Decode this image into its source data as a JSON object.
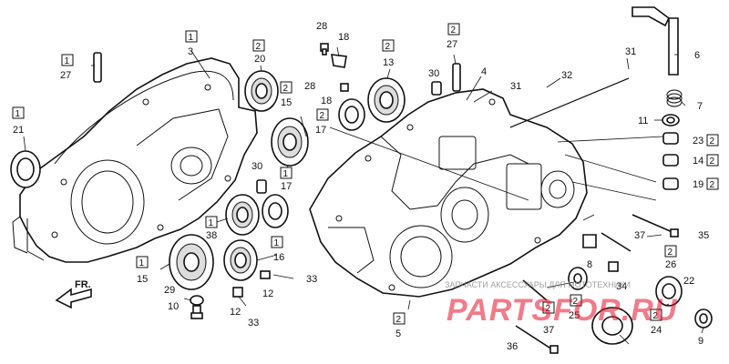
{
  "diagram": {
    "front_label": "FR.",
    "watermark": {
      "brand": "PARTSFOR.RU",
      "tagline": "ЗАПЧАСТИ АКСЕССУАРЫ ДЛЯ МОТОТЕХНИКИ"
    },
    "callouts": [
      {
        "id": "c1",
        "number": "1",
        "qty": "",
        "boxed": true
      },
      {
        "id": "c3",
        "number": "3",
        "qty": "1",
        "boxed": false
      },
      {
        "id": "c27a",
        "number": "27",
        "qty": "1",
        "boxed": false
      },
      {
        "id": "c21",
        "number": "21",
        "qty": "1",
        "boxed": false
      },
      {
        "id": "c28a",
        "number": "28",
        "qty": "",
        "boxed": false
      },
      {
        "id": "c18a",
        "number": "18",
        "qty": "",
        "boxed": false
      },
      {
        "id": "c27b",
        "number": "27",
        "qty": "2",
        "boxed": false
      },
      {
        "id": "c20",
        "number": "20",
        "qty": "2",
        "boxed": false
      },
      {
        "id": "c13",
        "number": "13",
        "qty": "2",
        "boxed": false
      },
      {
        "id": "c30a",
        "number": "30",
        "qty": "",
        "boxed": false
      },
      {
        "id": "c4",
        "number": "4",
        "qty": "",
        "boxed": false
      },
      {
        "id": "c6",
        "number": "6",
        "qty": "",
        "boxed": false
      },
      {
        "id": "c31",
        "number": "31",
        "qty": "",
        "boxed": false
      },
      {
        "id": "c32",
        "number": "32",
        "qty": "",
        "boxed": false
      },
      {
        "id": "c28b",
        "number": "28",
        "qty": "",
        "boxed": false
      },
      {
        "id": "c18b",
        "number": "18",
        "qty": "",
        "boxed": false
      },
      {
        "id": "c15a",
        "number": "15",
        "qty": "2",
        "boxed": false
      },
      {
        "id": "c17a",
        "number": "17",
        "qty": "2",
        "boxed": false
      },
      {
        "id": "c7",
        "number": "7",
        "qty": "",
        "boxed": false
      },
      {
        "id": "c11",
        "number": "11",
        "qty": "",
        "boxed": false
      },
      {
        "id": "c23",
        "number": "23",
        "qty": "2",
        "boxed": false
      },
      {
        "id": "c14",
        "number": "14",
        "qty": "2",
        "boxed": false
      },
      {
        "id": "c19",
        "number": "19",
        "qty": "2",
        "boxed": false
      },
      {
        "id": "c30b",
        "number": "30",
        "qty": "",
        "boxed": false
      },
      {
        "id": "c17b",
        "number": "17",
        "qty": "1",
        "boxed": false
      },
      {
        "id": "c38",
        "number": "38",
        "qty": "1",
        "boxed": false
      },
      {
        "id": "c15b",
        "number": "15",
        "qty": "1",
        "boxed": false
      },
      {
        "id": "c16",
        "number": "16",
        "qty": "1",
        "boxed": false
      },
      {
        "id": "c29",
        "number": "29",
        "qty": "",
        "boxed": false
      },
      {
        "id": "c10",
        "number": "10",
        "qty": "",
        "boxed": false
      },
      {
        "id": "c33a",
        "number": "33",
        "qty": "",
        "boxed": false
      },
      {
        "id": "c12a",
        "number": "12",
        "qty": "",
        "boxed": false
      },
      {
        "id": "c12b",
        "number": "12",
        "qty": "",
        "boxed": false
      },
      {
        "id": "c33b",
        "number": "33",
        "qty": "",
        "boxed": false
      },
      {
        "id": "c5",
        "number": "5",
        "qty": "2",
        "boxed": false
      },
      {
        "id": "c35",
        "number": "35",
        "qty": "",
        "boxed": false
      },
      {
        "id": "c37a",
        "number": "37",
        "qty": "",
        "boxed": false
      },
      {
        "id": "c26",
        "number": "26",
        "qty": "2",
        "boxed": false
      },
      {
        "id": "c8",
        "number": "8",
        "qty": "",
        "boxed": false
      },
      {
        "id": "c22",
        "number": "22",
        "qty": "",
        "boxed": false
      },
      {
        "id": "c34",
        "number": "34",
        "qty": "",
        "boxed": false
      },
      {
        "id": "c25",
        "number": "25",
        "qty": "2",
        "boxed": false
      },
      {
        "id": "c37b",
        "number": "37",
        "qty": "",
        "boxed": false
      },
      {
        "id": "c24",
        "number": "24",
        "qty": "2",
        "boxed": false
      },
      {
        "id": "c9",
        "number": "9",
        "qty": "",
        "boxed": false
      },
      {
        "id": "c36",
        "number": "36",
        "qty": "",
        "boxed": false
      }
    ]
  }
}
